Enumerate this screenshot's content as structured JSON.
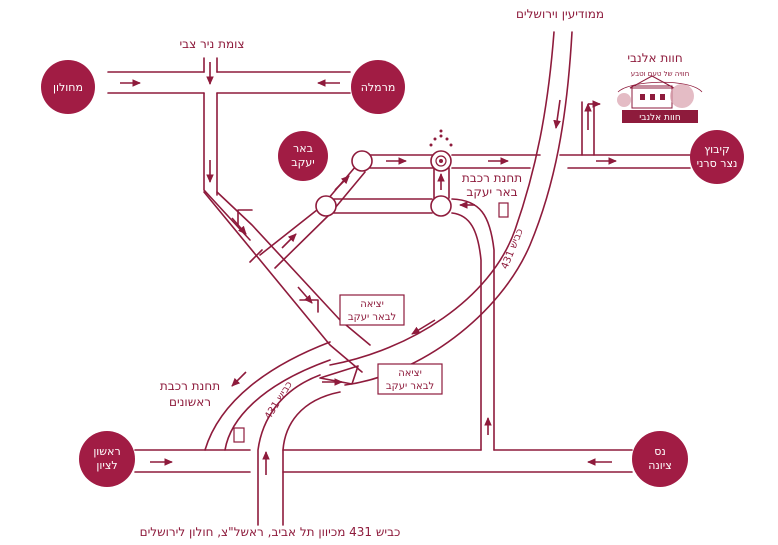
{
  "cities": {
    "holon": "מחולון",
    "ramla": "מרמלה",
    "beer_yaakov": [
      "באר",
      "יעקב"
    ],
    "kibbutz": [
      "קיבוץ",
      "נצר סרני"
    ],
    "rishon": [
      "ראשון",
      "לציון"
    ],
    "nes_ziona": [
      "נס",
      "ציונה"
    ]
  },
  "labels": {
    "top": "ממודיעין וירושלים",
    "nir_tzvi": "צומת ניר צבי",
    "farm": "חוות אלנבי",
    "station_beer": [
      "תחנת רכבת",
      "באר יעקב"
    ],
    "station_rishon": [
      "תחנת רכבת",
      "ראשונים"
    ],
    "road_a": "כביש 431",
    "road_b": "כביש 431",
    "exit1": [
      "יציאה",
      "לבאר יעקב"
    ],
    "exit2": [
      "יציאה",
      "לבאר יעקב"
    ],
    "bottom": "כביש 431 מכיוון תל אביב, ראשל\"צ, חולון לירושלים"
  },
  "logo": {
    "arc_text": "חוויה של טעם וטבע",
    "banner": "חוות אלנבי"
  },
  "colors": {
    "primary": "#8e1b3c",
    "city_fill": "#a11c44"
  }
}
